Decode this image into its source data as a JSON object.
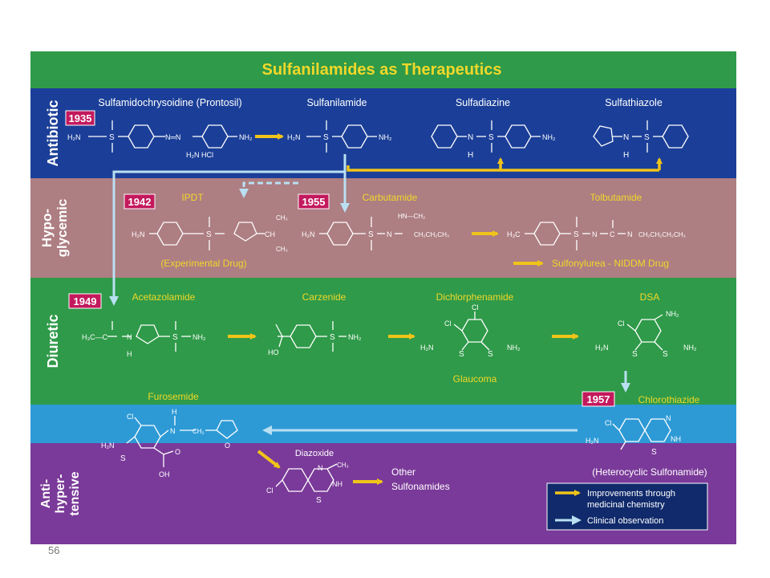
{
  "title": "Sulfanilamides as Therapeutics",
  "page_number": "56",
  "colors": {
    "title_band": "#2f9a49",
    "antibiotic_band": "#1b3f98",
    "hypoglycemic_band": "#ad7e82",
    "diuretic_band": "#2f9a49",
    "bluebar": "#2d9ad6",
    "antihypertensive_band": "#7a3a99",
    "yellow_arrow": "#f0c419",
    "clinical_arrow": "#b9e0f2",
    "year_badge": "#c3195d",
    "label_yellow": "#f0d82a"
  },
  "bands": {
    "antibiotic": "Antibiotic",
    "hypo1": "Hypo-",
    "hypo2": "glycemic",
    "diuretic": "Diuretic",
    "anti1": "Anti-",
    "anti2": "hyper-",
    "anti3": "tensive"
  },
  "years": {
    "y1935": "1935",
    "y1942": "1942",
    "y1955": "1955",
    "y1949": "1949",
    "y1957": "1957"
  },
  "compounds": {
    "prontosil": "Sulfamidochrysoidine (Prontosil)",
    "sulfanilamide": "Sulfanilamide",
    "sulfadiazine": "Sulfadiazine",
    "sulfathiazole": "Sulfathiazole",
    "ipdt": "IPDT",
    "carbutamide": "Carbutamide",
    "tolbutamide": "Tolbutamide",
    "experimental": "(Experimental Drug)",
    "sulfonylurea": "Sulfonylurea - NIDDM Drug",
    "acetazolamide": "Acetazolamide",
    "carzenide": "Carzenide",
    "dichlorphenamide": "Dichlorphenamide",
    "dsa": "DSA",
    "glaucoma": "Glaucoma",
    "furosemide": "Furosemide",
    "chlorothiazide": "Chlorothiazide",
    "heterocyclic": "(Heterocyclic Sulfonamide)",
    "diazoxide": "Diazoxide",
    "other1": "Other",
    "other2": "Sulfonamides"
  },
  "atoms": {
    "h2n": "H₂N",
    "nh2": "NH₂",
    "h2n_hcl": "H₂N   HCl",
    "h3c_c": "H₃C—C",
    "h3c": "H₃C",
    "ch3": "CH₃",
    "ch": "CH",
    "n": "N",
    "h": "H",
    "s": "S",
    "o": "O",
    "c": "C",
    "cl": "Cl",
    "ho": "HO",
    "oh": "OH",
    "nh": "NH",
    "hn_ch2": "HN—CH₂",
    "ch2ch2ch3": "CH₂CH₂CH₃",
    "butyl": "CH₂CH₂CH₂CH₃",
    "ch2": "CH₂",
    "nch": "N—CH₂",
    "n_eq_n": "N═N"
  },
  "legend": {
    "improvements1": "Improvements through",
    "improvements2": "medicinal chemistry",
    "clinical": "Clinical observation"
  }
}
